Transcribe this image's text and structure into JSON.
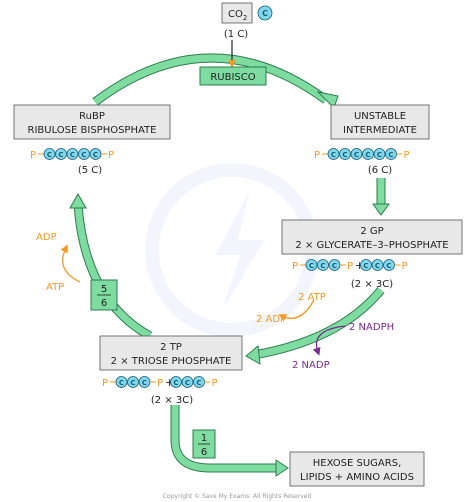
{
  "co2": {
    "label": "CO",
    "sub": "2",
    "carbon_symbol": "C",
    "count": "(1 C)"
  },
  "rubisco": "RUBISCO",
  "rubp": {
    "line1": "RuBP",
    "line2": "RIBULOSE BISPHOSPHATE",
    "count": "(5 C)",
    "carbons": 5
  },
  "unstable": {
    "line1": "UNSTABLE",
    "line2": "INTERMEDIATE",
    "count": "(6 C)",
    "carbons": 6
  },
  "gp": {
    "line1": "2 GP",
    "line2": "2 × GLYCERATE–3–PHOSPHATE",
    "count": "(2 × 3C)",
    "plus": "+"
  },
  "tp": {
    "line1": "2 TP",
    "line2": "2 × TRIOSE PHOSPHATE",
    "count": "(2 × 3C)",
    "plus": "+"
  },
  "fraction_regen": {
    "num": "5",
    "den": "6"
  },
  "fraction_out": {
    "num": "1",
    "den": "6"
  },
  "products": {
    "line1": "HEXOSE SUGARS,",
    "line2": "LIPIDS + AMINO ACIDS"
  },
  "atp_label": "ATP",
  "adp_label": "ADP",
  "atp2_label": "2 ATP",
  "adp2_label": "2 ADP",
  "nadph_label": "2 NADPH",
  "nadp_label": "2 NADP",
  "phosphate": "P",
  "carbon": "C",
  "copyright": "Copyright © Save My Exams. All Rights Reserved",
  "colors": {
    "green_arrow": "#7fdca0",
    "green_stroke": "#2e7d4f",
    "box_fill": "#e8e8e8",
    "carbon_fill": "#7fd8ee",
    "orange": "#f29a24",
    "purple": "#7b2a8f"
  }
}
